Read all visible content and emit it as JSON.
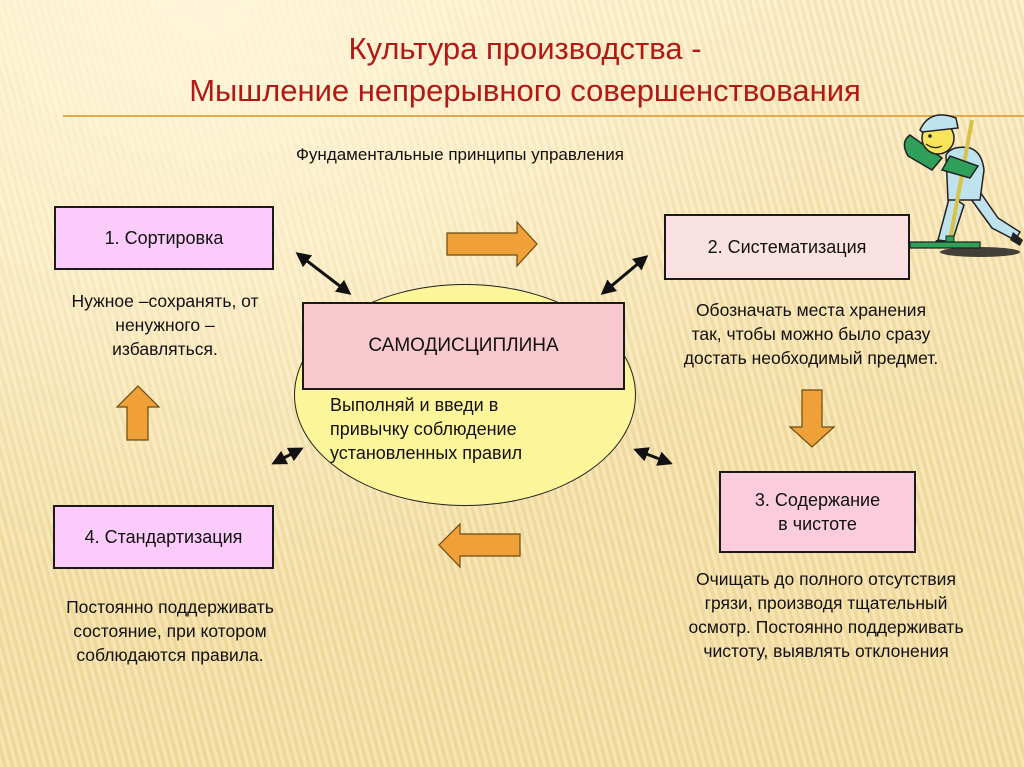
{
  "title": {
    "line1": "Культура производства -",
    "line2": "Мышление непрерывного совершенствования"
  },
  "subtitle": "Фундаментальные принципы управления",
  "center": {
    "label": "САМОДИСЦИПЛИНА",
    "description": [
      "Выполняй и введи в",
      "привычку соблюдение",
      "установленных правил"
    ]
  },
  "steps": [
    {
      "label": "1. Сортировка",
      "description": [
        "Нужное –сохранять, от",
        "ненужного –",
        "избавляться."
      ]
    },
    {
      "label": "2. Систематизация",
      "description": [
        "Обозначать места хранения",
        "так, чтобы можно было сразу",
        "достать необходимый предмет."
      ]
    },
    {
      "label_lines": [
        "3. Содержание",
        "в чистоте"
      ],
      "description": [
        "Очищать до полного отсутствия",
        "грязи, производя тщательный",
        "осмотр. Постоянно поддерживать",
        "чистоту, выявлять отклонения"
      ]
    },
    {
      "label": "4. Стандартизация",
      "description": [
        "Постоянно поддерживать",
        "состояние, при котором",
        "соблюдаются правила."
      ]
    }
  ],
  "colors": {
    "title": "#b11a14",
    "flow_arrow": "#f0a038",
    "box_pink": "#fbccfb",
    "box_rose": "#fbe2e2",
    "center_box": "#f8c8cf",
    "ellipse": "#fdf59a"
  },
  "illustration": "cleaner-with-squeegee"
}
